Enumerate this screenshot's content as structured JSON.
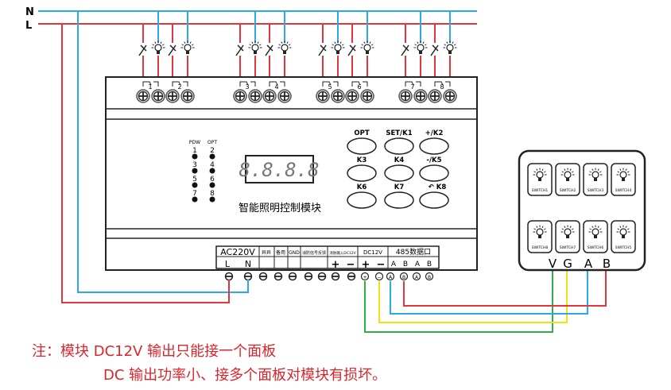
{
  "lines": {
    "neutral": "N",
    "live": "L"
  },
  "colors": {
    "live": "#e0363c",
    "neutral": "#2ba8e6",
    "v_wire": "#2fae4a",
    "g_wire": "#f2e20c",
    "a_wire": "#2ba8e6",
    "b_wire": "#e0363c",
    "note": "#d9262c"
  },
  "relay_channels": [
    "1",
    "2",
    "3",
    "4",
    "5",
    "6",
    "7",
    "8"
  ],
  "module": {
    "indicator_headers": [
      "PDW",
      "OPT"
    ],
    "indicators": [
      "1",
      "2",
      "3",
      "4",
      "5",
      "6",
      "7",
      "8"
    ],
    "display_value": "8.8.8.8",
    "name": "智能照明控制模块",
    "keys": [
      "OPT",
      "SET/K1",
      "+/K2",
      "K3",
      "K4",
      "-/K5",
      "K6",
      "K7",
      "K8"
    ],
    "terminal_groups": {
      "ac": {
        "title": "AC220V",
        "pins": [
          "L",
          "N"
        ]
      },
      "spare": [
        "异\n异",
        "备\n用"
      ],
      "gnd": "GND",
      "fire": "消防\n信号\n反馈",
      "fire_in": "消防输入DC12V",
      "dc": {
        "title": "DC12V",
        "pins": [
          "+",
          "−"
        ]
      },
      "rs485": {
        "title": "485数据口",
        "pins": [
          "A",
          "B",
          "A",
          "B"
        ]
      }
    }
  },
  "panel": {
    "switches": [
      "SWITCH1",
      "SWITCH2",
      "SWITCH3",
      "SWITCH4",
      "SWITCH8",
      "SWITCH7",
      "SWITCH6",
      "SWITCH5"
    ],
    "pins": [
      "V",
      "G",
      "A",
      "B"
    ]
  },
  "note": {
    "line1": "注：模块 DC12V 输出只能接一个面板",
    "line2": "DC 输出功率小、接多个面板对模块有损坏。"
  }
}
